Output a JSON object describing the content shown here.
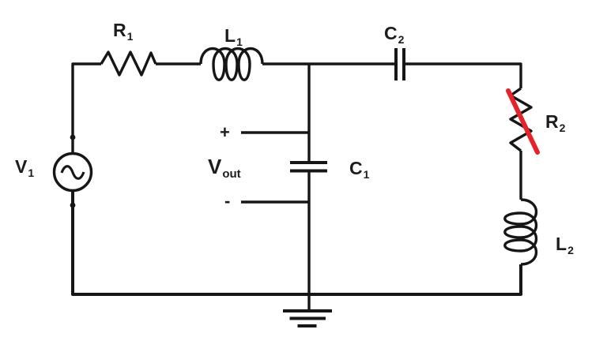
{
  "diagram": {
    "kind": "circuit-schematic",
    "background_color": "#ffffff",
    "wire_color": "#161616",
    "strike_color": "#e6232a"
  },
  "labels": {
    "v1": {
      "main": "V",
      "sub": "1"
    },
    "r1": {
      "main": "R",
      "sub": "1"
    },
    "l1": {
      "main": "L",
      "sub": "1"
    },
    "c2": {
      "main": "C",
      "sub": "2"
    },
    "r2": {
      "main": "R",
      "sub": "2"
    },
    "l2": {
      "main": "L",
      "sub": "2"
    },
    "c1": {
      "main": "C",
      "sub": "1"
    },
    "vout": {
      "main": "V",
      "sub": "out"
    },
    "polarity_plus": "+",
    "polarity_minus": "-"
  },
  "components": [
    {
      "id": "V1",
      "type": "ac-voltage-source"
    },
    {
      "id": "R1",
      "type": "resistor"
    },
    {
      "id": "L1",
      "type": "inductor"
    },
    {
      "id": "C1",
      "type": "capacitor"
    },
    {
      "id": "C2",
      "type": "capacitor"
    },
    {
      "id": "R2",
      "type": "resistor",
      "annotation": "crossed-out-red-slash"
    },
    {
      "id": "L2",
      "type": "inductor"
    },
    {
      "id": "GND",
      "type": "earth-ground"
    }
  ]
}
